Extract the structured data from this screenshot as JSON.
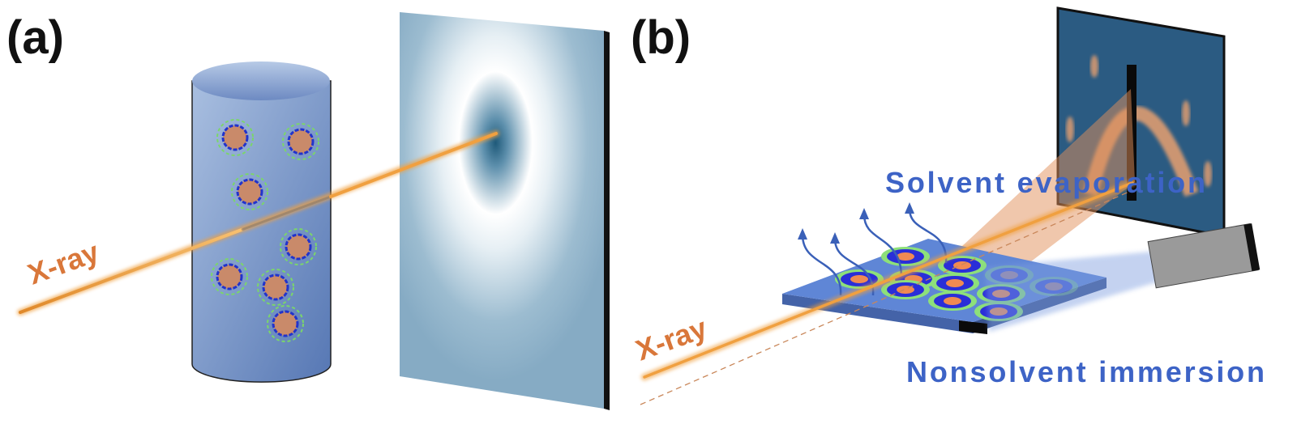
{
  "panel_a": {
    "label": "(a)",
    "beam_label": "X-ray"
  },
  "panel_b": {
    "label": "(b)",
    "beam_label": "X-ray",
    "top_caption": "Solvent evaporation",
    "bottom_caption": "Nonsolvent immersion"
  },
  "colors": {
    "beam": "#f0a040",
    "xray_text": "#d9773a",
    "caption_text": "#3d63c6",
    "detector_b": "#2b5b82",
    "substrate": "#5f86d6"
  }
}
